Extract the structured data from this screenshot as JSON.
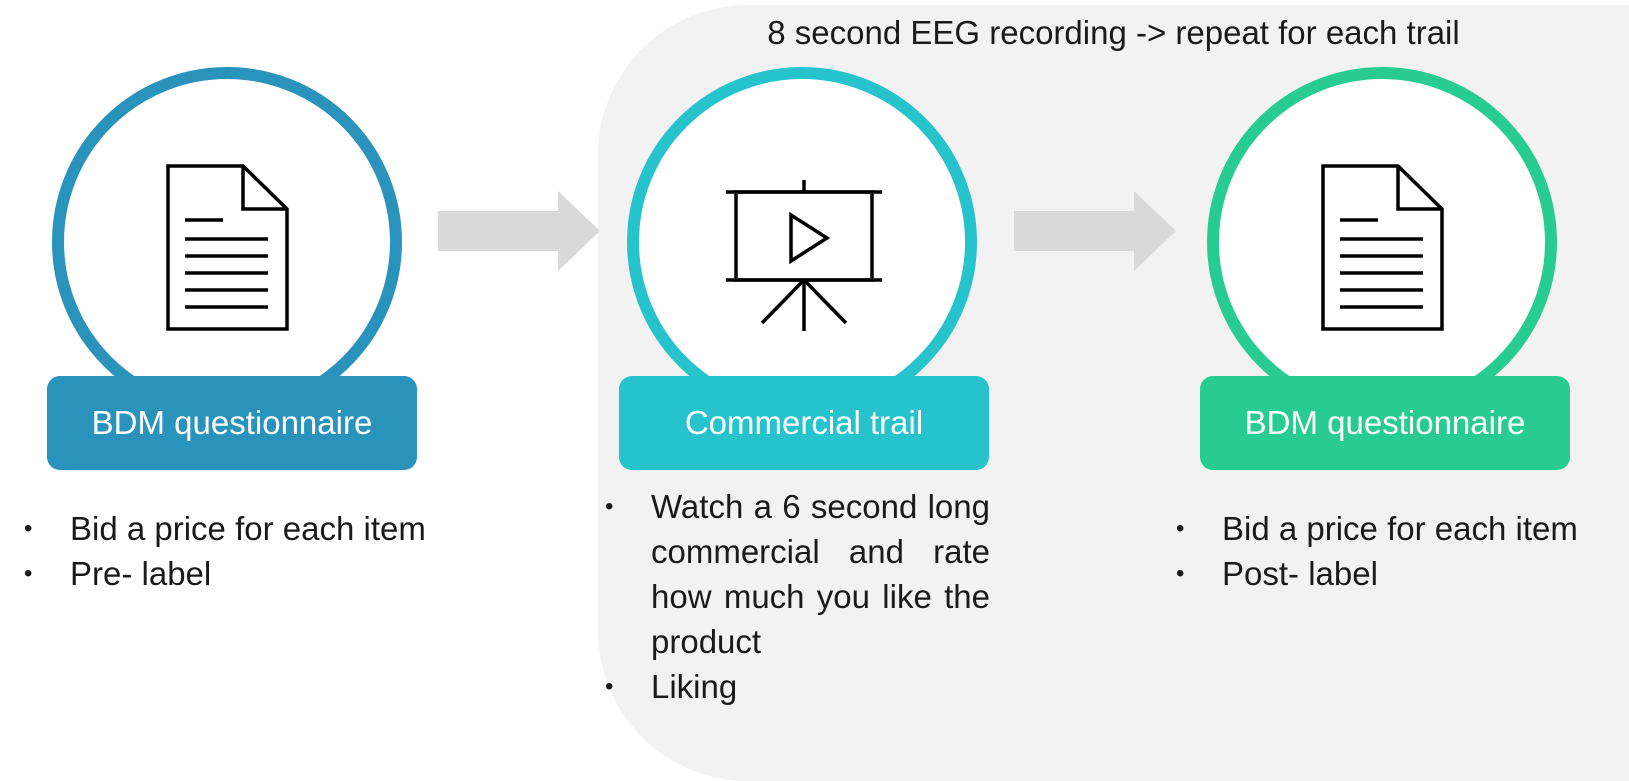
{
  "panel": {
    "title": "8 second EEG recording -> repeat for each trail"
  },
  "steps": [
    {
      "label": "BDM questionnaire",
      "icon": "document-icon",
      "color": "#2a93bc",
      "bullets": [
        "Bid a price for each item",
        "Pre- label"
      ]
    },
    {
      "label": "Commercial trail",
      "icon": "presentation-play-icon",
      "color": "#27c3cc",
      "bullets": [
        "Watch a 6 second long commercial and rate how much you like the product",
        "Liking"
      ]
    },
    {
      "label": "BDM questionnaire",
      "icon": "document-icon",
      "color": "#28cc92",
      "bullets": [
        "Bid a price for each item",
        "Post- label"
      ]
    }
  ],
  "colors": {
    "panel_background": "#f2f2f2",
    "arrow": "#d9d9d9"
  }
}
